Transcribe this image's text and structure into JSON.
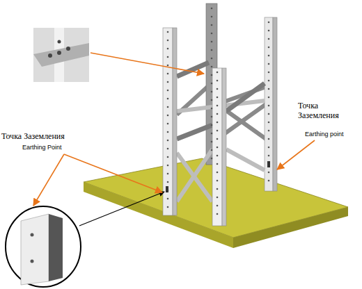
{
  "diagram": {
    "labels": [
      "Точка Заземления",
      "Earthing Point",
      "Точка Заземления",
      "Earthing point"
    ]
  }
}
